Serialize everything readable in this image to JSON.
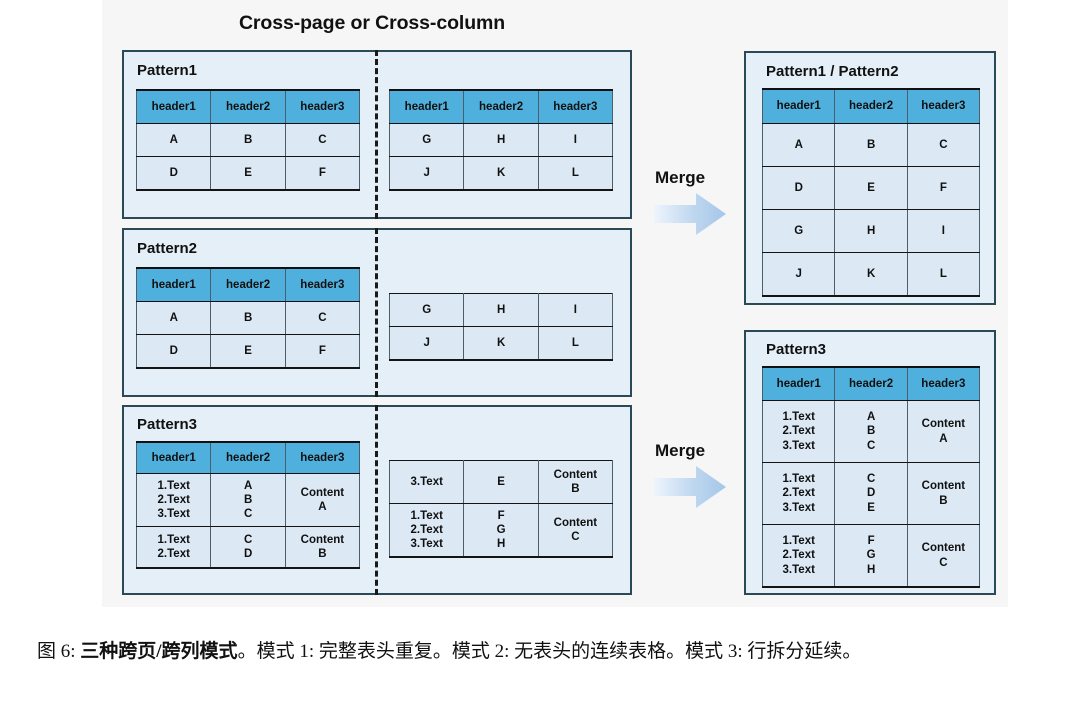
{
  "figure": {
    "title": "Cross-page or Cross-column",
    "caption_prefix": "图 6: ",
    "caption_bold": "三种跨页/跨列模式",
    "caption_rest": "。模式 1: 完整表头重复。模式 2: 无表头的连续表格。模式 3: 行拆分延续。"
  },
  "colors": {
    "canvas_bg": "#f6f6f6",
    "panel_bg": "#e4eff8",
    "panel_border": "#2b4a57",
    "header_cell": "#4fb0dd",
    "body_cell": "#dce9f5",
    "grid_line": "#141414",
    "arrow_light": "#eaf2fc",
    "arrow_dark": "#a9c9ea",
    "text": "#111111"
  },
  "merge": {
    "label_top": "Merge",
    "label_bottom": "Merge",
    "arrow_icon": "right-arrow-icon"
  },
  "panels": {
    "pattern1": {
      "title": "Pattern1",
      "left_table": {
        "headers": [
          "header1",
          "header2",
          "header3"
        ],
        "rows": [
          [
            "A",
            "B",
            "C"
          ],
          [
            "D",
            "E",
            "F"
          ]
        ]
      },
      "right_table": {
        "headers": [
          "header1",
          "header2",
          "header3"
        ],
        "rows": [
          [
            "G",
            "H",
            "I"
          ],
          [
            "J",
            "K",
            "L"
          ]
        ]
      }
    },
    "pattern2": {
      "title": "Pattern2",
      "left_table": {
        "headers": [
          "header1",
          "header2",
          "header3"
        ],
        "rows": [
          [
            "A",
            "B",
            "C"
          ],
          [
            "D",
            "E",
            "F"
          ]
        ]
      },
      "right_table": {
        "headers": [],
        "rows": [
          [
            "G",
            "H",
            "I"
          ],
          [
            "J",
            "K",
            "L"
          ]
        ]
      }
    },
    "pattern3": {
      "title": "Pattern3",
      "left_table": {
        "headers": [
          "header1",
          "header2",
          "header3"
        ],
        "rows": [
          [
            "1.Text\n2.Text\n3.Text",
            "A\nB\nC",
            "Content\nA"
          ],
          [
            "1.Text\n2.Text",
            "C\nD",
            "Content\nB"
          ]
        ]
      },
      "right_table": {
        "headers": [],
        "rows": [
          [
            "3.Text",
            "E",
            "Content\nB"
          ],
          [
            "1.Text\n2.Text\n3.Text",
            "F\nG\nH",
            "Content\nC"
          ]
        ]
      }
    }
  },
  "merged": {
    "pattern12": {
      "title": "Pattern1 / Pattern2",
      "headers": [
        "header1",
        "header2",
        "header3"
      ],
      "rows": [
        [
          "A",
          "B",
          "C"
        ],
        [
          "D",
          "E",
          "F"
        ],
        [
          "G",
          "H",
          "I"
        ],
        [
          "J",
          "K",
          "L"
        ]
      ]
    },
    "pattern3": {
      "title": "Pattern3",
      "headers": [
        "header1",
        "header2",
        "header3"
      ],
      "rows": [
        [
          "1.Text\n2.Text\n3.Text",
          "A\nB\nC",
          "Content\nA"
        ],
        [
          "1.Text\n2.Text\n3.Text",
          "C\nD\nE",
          "Content\nB"
        ],
        [
          "1.Text\n2.Text\n3.Text",
          "F\nG\nH",
          "Content\nC"
        ]
      ]
    }
  }
}
